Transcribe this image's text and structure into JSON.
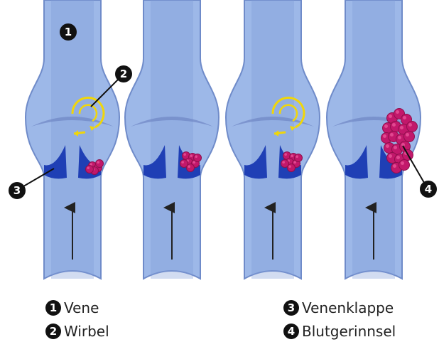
{
  "colors": {
    "vein_fill": "#9db8e8",
    "vein_shadow": "#7e9bd6",
    "vein_edge": "#6f8bc9",
    "valve": "#1f3fb5",
    "clot": "#c2186b",
    "vortex": "#f0d60a",
    "badge": "#111111",
    "arrow": "#222222"
  },
  "markers": [
    "1",
    "2",
    "3",
    "4"
  ],
  "stages": [
    {
      "vortex": true,
      "clot_size": "small"
    },
    {
      "vortex": false,
      "clot_size": "medium"
    },
    {
      "vortex": true,
      "clot_size": "medium"
    },
    {
      "vortex": false,
      "clot_size": "large"
    }
  ],
  "legend": [
    {
      "number": "1",
      "label": "Vene"
    },
    {
      "number": "2",
      "label": "Wirbel"
    },
    {
      "number": "3",
      "label": "Venenklappe"
    },
    {
      "number": "4",
      "label": "Blutgerinnsel"
    }
  ]
}
